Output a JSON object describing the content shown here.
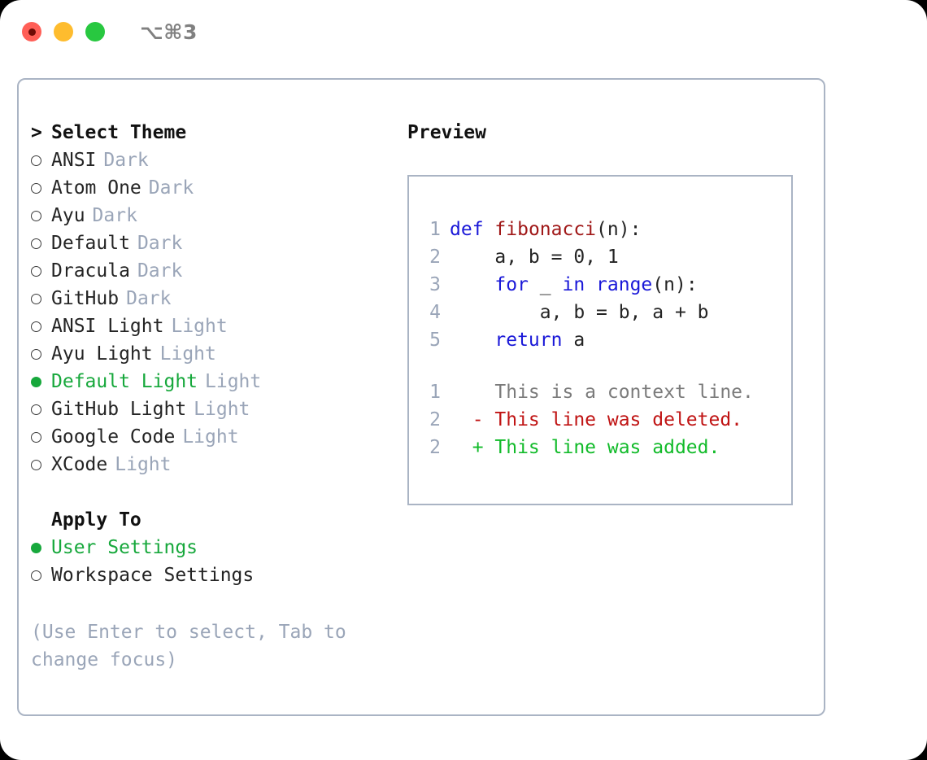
{
  "window": {
    "shortcut": "⌥⌘3",
    "traffic_lights": [
      {
        "name": "close-button",
        "color": "#ff5f57"
      },
      {
        "name": "minimize-button",
        "color": "#febc2e"
      },
      {
        "name": "maximize-button",
        "color": "#28c840"
      }
    ]
  },
  "theme_list": {
    "caret": ">",
    "heading": "Select Theme",
    "items": [
      {
        "label": "ANSI",
        "tag": "Dark",
        "selected": false
      },
      {
        "label": "Atom One",
        "tag": "Dark",
        "selected": false
      },
      {
        "label": "Ayu",
        "tag": "Dark",
        "selected": false
      },
      {
        "label": "Default",
        "tag": "Dark",
        "selected": false
      },
      {
        "label": "Dracula",
        "tag": "Dark",
        "selected": false
      },
      {
        "label": "GitHub",
        "tag": "Dark",
        "selected": false
      },
      {
        "label": "ANSI Light",
        "tag": "Light",
        "selected": false
      },
      {
        "label": "Ayu Light",
        "tag": "Light",
        "selected": false
      },
      {
        "label": "Default Light",
        "tag": "Light",
        "selected": true
      },
      {
        "label": "GitHub Light",
        "tag": "Light",
        "selected": false
      },
      {
        "label": "Google Code",
        "tag": "Light",
        "selected": false
      },
      {
        "label": "XCode",
        "tag": "Light",
        "selected": false
      }
    ]
  },
  "apply_to": {
    "heading": "Apply To",
    "options": [
      {
        "label": "User Settings",
        "selected": true
      },
      {
        "label": "Workspace Settings",
        "selected": false
      }
    ]
  },
  "hint": {
    "line1": "(Use Enter to select, Tab to",
    "line2": "change focus)"
  },
  "preview": {
    "title": "Preview",
    "code_lines": [
      {
        "no": "1",
        "tokens": [
          {
            "t": "def",
            "c": "kw"
          },
          {
            "t": " ",
            "c": "plain"
          },
          {
            "t": "fibonacci",
            "c": "fn"
          },
          {
            "t": "(n):",
            "c": "plain"
          }
        ]
      },
      {
        "no": "2",
        "tokens": [
          {
            "t": "    a, b = 0, 1",
            "c": "plain"
          }
        ]
      },
      {
        "no": "3",
        "tokens": [
          {
            "t": "    ",
            "c": "plain"
          },
          {
            "t": "for",
            "c": "kw"
          },
          {
            "t": " _ ",
            "c": "plain"
          },
          {
            "t": "in",
            "c": "kw"
          },
          {
            "t": " ",
            "c": "plain"
          },
          {
            "t": "range",
            "c": "kw"
          },
          {
            "t": "(n):",
            "c": "plain"
          }
        ]
      },
      {
        "no": "4",
        "tokens": [
          {
            "t": "        a, b = b, a + b",
            "c": "plain"
          }
        ]
      },
      {
        "no": "5",
        "tokens": [
          {
            "t": "    ",
            "c": "plain"
          },
          {
            "t": "return",
            "c": "kw"
          },
          {
            "t": " a",
            "c": "plain"
          }
        ]
      }
    ],
    "diff_lines": [
      {
        "no": "1",
        "marker": " ",
        "text": "This is a context line.",
        "kind": "d-context"
      },
      {
        "no": "2",
        "marker": "-",
        "text": "This line was deleted.",
        "kind": "d-del"
      },
      {
        "no": "2",
        "marker": "+",
        "text": "This line was added.",
        "kind": "d-add"
      }
    ]
  },
  "colors": {
    "accent_green": "#17a83c",
    "muted": "#9aa5b8",
    "border": "#aab4c4",
    "keyword_blue": "#1a18d8",
    "function_red": "#a01818",
    "diff_added": "#12bb2a",
    "diff_deleted": "#c01414"
  }
}
